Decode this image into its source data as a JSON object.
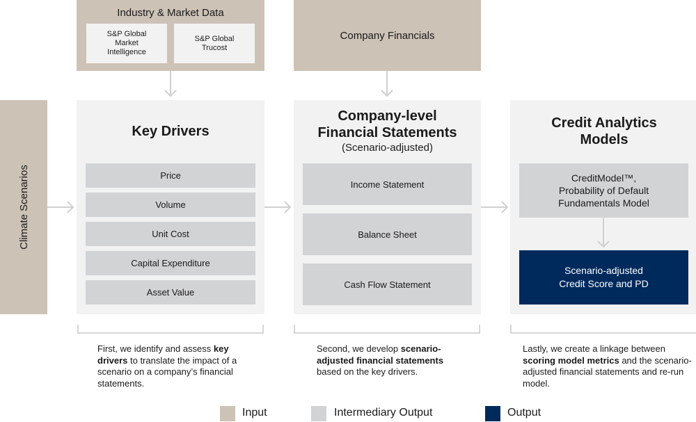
{
  "colors": {
    "input": "#cdc2b6",
    "intermediary": "#d2d3d5",
    "output": "#002a5c",
    "panel": "#f2f2f2",
    "connector": "#d0d0d0"
  },
  "inputs": {
    "industry_market_data": {
      "title": "Industry & Market Data",
      "sources": [
        "S&P Global Market Intelligence",
        "S&P Global Trucost"
      ]
    },
    "company_financials": {
      "title": "Company Financials"
    },
    "climate_scenarios": {
      "title": "Climate Scenarios"
    }
  },
  "panels": {
    "key_drivers": {
      "title": "Key Drivers",
      "items": [
        "Price",
        "Volume",
        "Unit Cost",
        "Capital Expenditure",
        "Asset Value"
      ]
    },
    "financial_statements": {
      "title_line1": "Company-level",
      "title_line2": "Financial Statements",
      "subtitle": "(Scenario-adjusted)",
      "items": [
        "Income Statement",
        "Balance Sheet",
        "Cash Flow Statement"
      ]
    },
    "credit_models": {
      "title_line1": "Credit Analytics",
      "title_line2": "Models",
      "model_line1": "CreditModel™,",
      "model_line2": "Probability of Default",
      "model_line3": "Fundamentals Model",
      "output_line1": "Scenario-adjusted",
      "output_line2": "Credit Score and PD"
    }
  },
  "descriptions": {
    "step1": {
      "pre": "First, we identify and assess ",
      "bold": "key drivers",
      "post": " to translate the impact of a scenario on a company’s financial statements."
    },
    "step2": {
      "pre": "Second, we develop ",
      "bold": "scenario-adjusted financial statements",
      "post": " based on the key drivers."
    },
    "step3": {
      "pre": "Lastly, we create a linkage between ",
      "bold": "scoring model metrics",
      "post": " and the scenario-adjusted financial statements and re-run model."
    }
  },
  "legend": [
    {
      "label": "Input",
      "color": "#cdc2b6"
    },
    {
      "label": "Intermediary Output",
      "color": "#d2d3d5"
    },
    {
      "label": "Output",
      "color": "#002a5c"
    }
  ]
}
